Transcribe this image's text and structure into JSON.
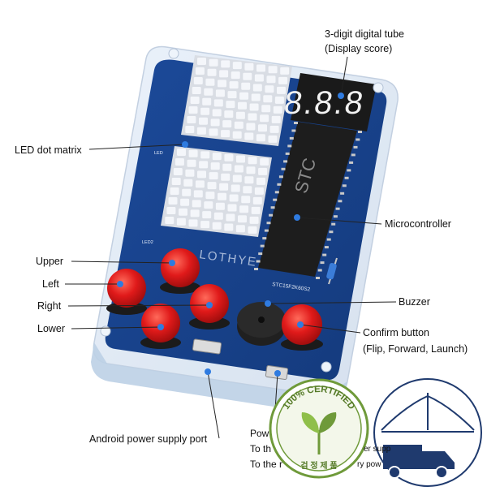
{
  "labels": {
    "display_title": "3-digit digital tube",
    "display_sub": "(Display score)",
    "led_matrix": "LED dot matrix",
    "microcontroller": "Microcontroller",
    "upper": "Upper",
    "left": "Left",
    "right": "Right",
    "lower": "Lower",
    "buzzer": "Buzzer",
    "confirm_title": "Confirm button",
    "confirm_sub": "(Flip, Forward, Launch)",
    "android_port": "Android power supply port",
    "power_line1": "Pow",
    "power_line2": "To th",
    "power_line2_tail": "er supp",
    "power_line3": "To the r",
    "power_line3_tail": "ry pow"
  },
  "board": {
    "segment_readout": "8.8.8",
    "chip_marking": "STC",
    "chip_part": "STC15F2K60S2",
    "silk_logo": "LOTHYE",
    "matrix_label_top": "LED",
    "matrix_label_bottom": "LED2"
  },
  "badge": {
    "text": "100% CERTIFIED",
    "korean": "검 정 제 품"
  },
  "colors": {
    "board_blue": "#1f4d9a",
    "button_red": "#e01a1a",
    "led_white": "#f4f6fa",
    "badge_green": "#6f9a3a"
  }
}
